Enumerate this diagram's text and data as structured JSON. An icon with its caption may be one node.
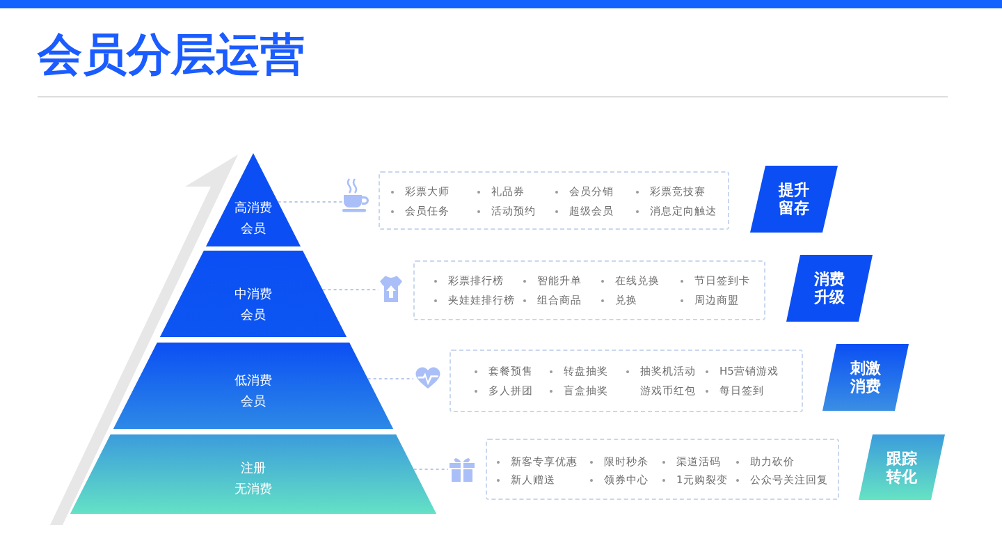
{
  "diagram": {
    "title": "会员分层运营",
    "nodes": [
      {
        "text": [
          "高消费会员"
        ]
      },
      {
        "text": [],
        "shape": "picture"
      },
      {
        "text": [
          "彩票大师",
          "礼品券",
          "会员分销",
          "彩票竞技赛",
          "会员任务",
          "活动预约",
          "超级会员",
          "消息定向触达"
        ]
      },
      {
        "text": [
          "提升留存"
        ]
      },
      {
        "text": [
          "中消费会员"
        ]
      },
      {
        "text": [],
        "shape": "picture"
      },
      {
        "text": [
          "彩票排行榜",
          "智能升单",
          "在线兑换",
          "节日签到卡",
          "夹娃娃排行榜",
          "组合商品",
          "兑换",
          "周边商盟"
        ]
      },
      {
        "text": [
          "消费升级"
        ]
      },
      {
        "text": [
          "低消费会员"
        ]
      },
      {
        "text": [],
        "shape": "picture"
      },
      {
        "text": [
          "套餐预售",
          "转盘抽奖",
          "抽奖机活动",
          "H5营销游戏",
          "多人拼团",
          "盲盒抽奖",
          "游戏币红包",
          "每日签到"
        ]
      },
      {
        "text": [
          "刺激消费"
        ]
      },
      {
        "text": [
          "注册无消费"
        ]
      },
      {
        "text": [],
        "shape": "picture"
      },
      {
        "text": [
          "新客专享优惠",
          "限时秒杀",
          "渠道活码",
          "助力砍价",
          "新人赠送",
          "领券中心",
          "1元购裂变",
          "公众号关注回复"
        ]
      },
      {
        "text": [
          "跟踪转化"
        ]
      }
    ],
    "edges": [
      {
        "from": 0,
        "to": 1,
        "arrow": "none",
        "style": "dashed"
      },
      {
        "from": 4,
        "to": 5,
        "arrow": "none",
        "style": "dashed"
      },
      {
        "from": 8,
        "to": 9,
        "arrow": "none",
        "style": "dashed"
      },
      {
        "from": 12,
        "to": 13,
        "arrow": "none",
        "style": "dashed"
      }
    ]
  }
}
